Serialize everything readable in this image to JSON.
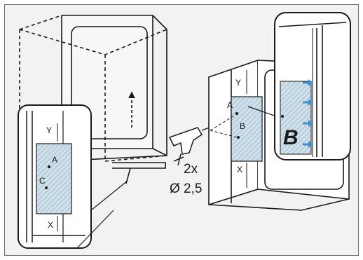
{
  "labels": {
    "y": "Y",
    "x": "X",
    "a": "A",
    "b": "B",
    "c": "C"
  },
  "drill": {
    "count": "2x",
    "diameter": "Ø 2,5"
  },
  "colors": {
    "background": "#f2f2f2",
    "line": "#1a1a1a",
    "template_fill": "#cfe0ea",
    "template_hatch": "#8fb0c4",
    "arrow": "#3a8fd0"
  }
}
